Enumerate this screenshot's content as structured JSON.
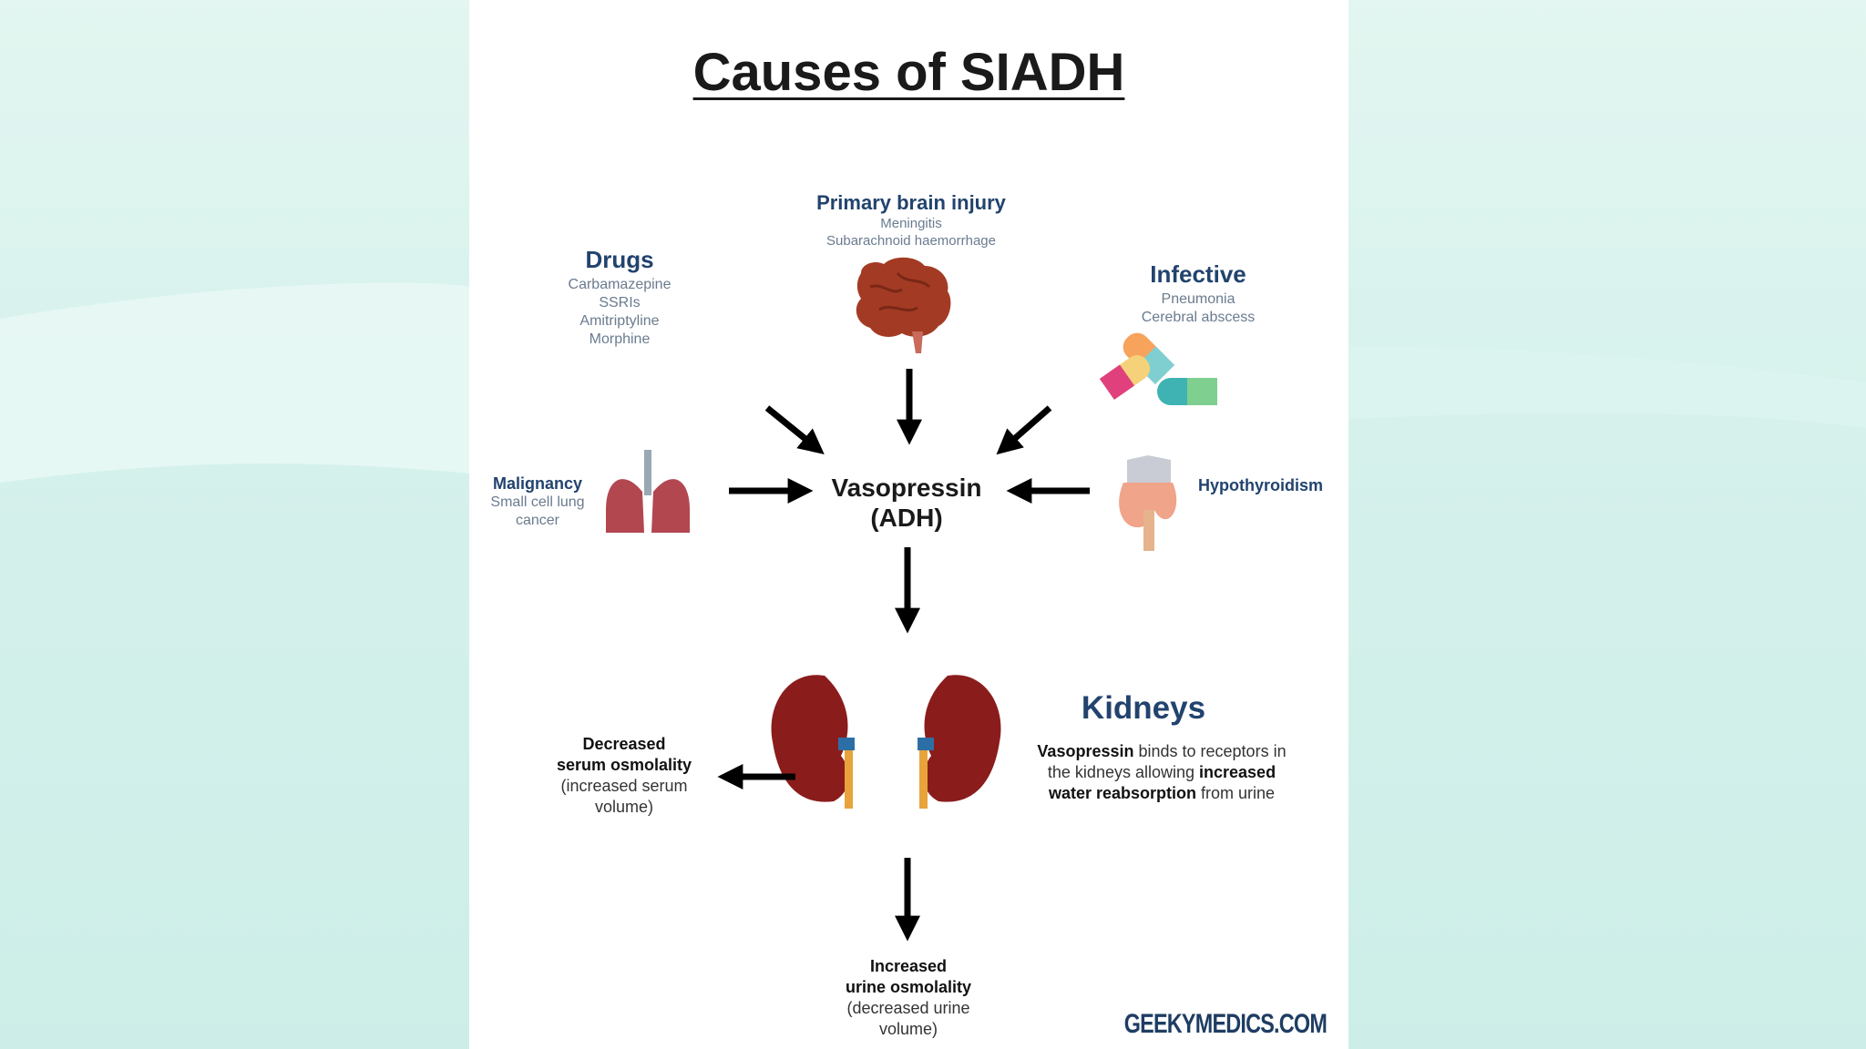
{
  "title": "Causes of SIADH",
  "causes": {
    "brain": {
      "title": "Primary brain injury",
      "items": [
        "Meningitis",
        "Subarachnoid haemorrhage"
      ]
    },
    "drugs": {
      "title": "Drugs",
      "items": [
        "Carbamazepine",
        "SSRIs",
        "Amitriptyline",
        "Morphine"
      ]
    },
    "infective": {
      "title": "Infective",
      "items": [
        "Pneumonia",
        "Cerebral abscess"
      ]
    },
    "malignancy": {
      "title": "Malignancy",
      "items": [
        "Small cell lung",
        "cancer"
      ]
    },
    "hypothyroidism": {
      "title": "Hypothyroidism"
    }
  },
  "center": {
    "line1": "Vasopressin",
    "line2": "(ADH)"
  },
  "kidneys": {
    "title": "Kidneys",
    "desc_b1": "Vasopressin",
    "desc_t1": " binds to receptors in",
    "desc_t2": "the kidneys allowing ",
    "desc_b2": "increased",
    "desc_b3": "water reabsorption",
    "desc_t3": " from urine"
  },
  "serum": {
    "line1": "Decreased",
    "line2": "serum osmolality",
    "line3": "(increased serum",
    "line4": "volume)"
  },
  "urine": {
    "line1": "Increased",
    "line2": "urine osmolality",
    "line3": "(decreased urine",
    "line4": "volume)"
  },
  "brand": "GEEKYMEDICS.COM",
  "colors": {
    "navy": "#22436e",
    "background": "#d6f1ec",
    "kidney": "#8b1c1c",
    "brain": "#a33b24",
    "lung": "#b2474f",
    "thyroid": "#f0a48a"
  }
}
